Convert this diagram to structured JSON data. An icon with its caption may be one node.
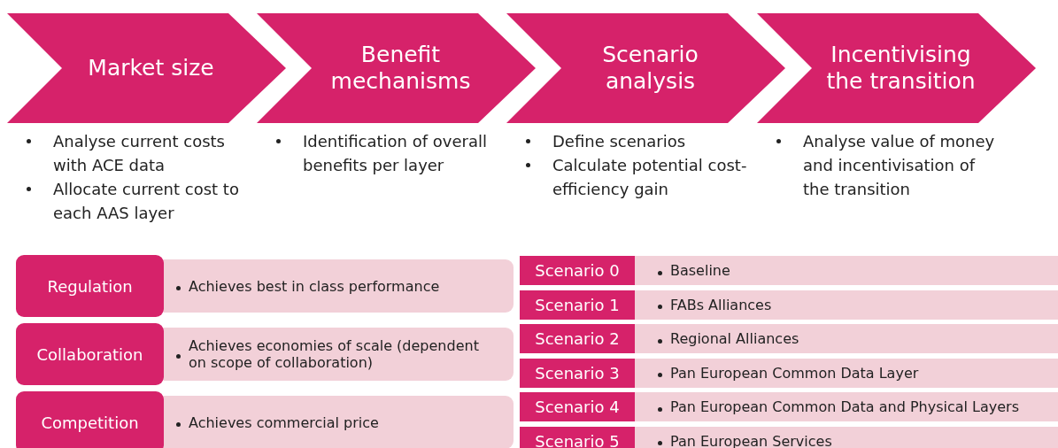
{
  "diagram": {
    "nodes": [
      {
        "text": [
          "Market size"
        ],
        "beside": [
          "Analyse current costs with ACE data",
          "Allocate current cost to each AAS layer"
        ]
      },
      {
        "text": [
          "Benefit mechanisms"
        ],
        "beside": [
          "Identification of overall benefits per layer"
        ]
      },
      {
        "text": [
          "Scenario analysis"
        ],
        "beside": [
          "Define scenarios",
          "Calculate potential cost-efficiency gain"
        ]
      },
      {
        "text": [
          "Incentivising the transition"
        ],
        "beside": [
          "Analyse value of money and incentivisation of the transition"
        ]
      },
      {
        "text": [
          "Regulation"
        ]
      },
      {
        "text": [
          "Achieves best in class performance"
        ]
      },
      {
        "text": [
          "Collaboration"
        ]
      },
      {
        "text": [
          "Achieves economies of scale (dependent on scope of collaboration)"
        ]
      },
      {
        "text": [
          "Competition"
        ]
      },
      {
        "text": [
          "Achieves commercial price"
        ]
      },
      {
        "text": [
          "Scenario 0"
        ]
      },
      {
        "text": [
          "Baseline"
        ]
      },
      {
        "text": [
          "Scenario 1"
        ]
      },
      {
        "text": [
          "FABs Alliances"
        ]
      },
      {
        "text": [
          "Scenario 2"
        ]
      },
      {
        "text": [
          "Regional Alliances"
        ]
      },
      {
        "text": [
          "Scenario 3"
        ]
      },
      {
        "text": [
          "Pan European Common Data Layer"
        ]
      },
      {
        "text": [
          "Scenario 4"
        ]
      },
      {
        "text": [
          "Pan European Common Data and Physical Layers"
        ]
      },
      {
        "text": [
          "Scenario 5"
        ]
      },
      {
        "text": [
          "Pan European Services"
        ]
      }
    ]
  }
}
